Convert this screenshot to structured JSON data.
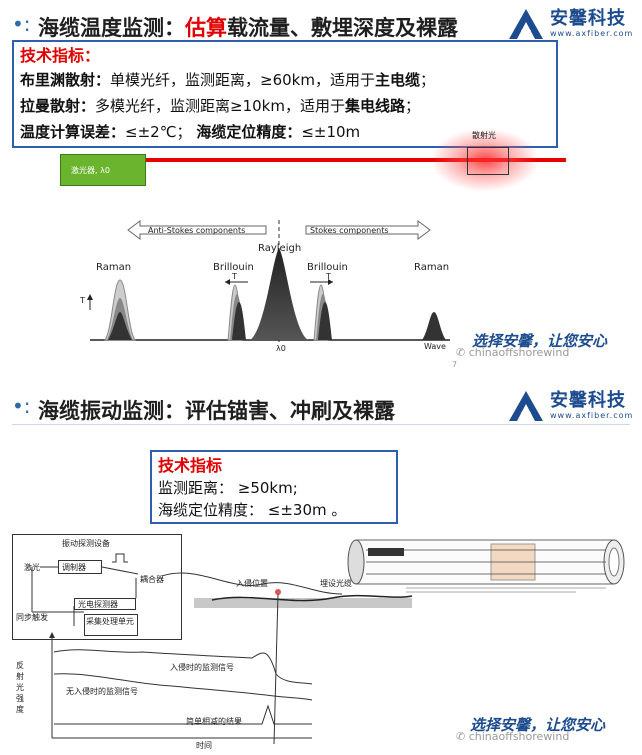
{
  "section1": {
    "title_pre": "海缆温度监测：",
    "title_red": "估算",
    "title_post": "载流量、敷埋深度及裸露",
    "spec_heading": "技术指标：",
    "spec_lines": [
      {
        "label": "布里渊散射：",
        "text": "单模光纤，监测距离，≥60km，适用于",
        "bold": "主电缆",
        "end": "；"
      },
      {
        "label": "拉曼散射：",
        "text": "多模光纤，监测距离≥10km，适用于",
        "bold": "集电线路",
        "end": "；"
      },
      {
        "label": "温度计算误差：",
        "text": "≤±2℃；  ",
        "bold": "海缆定位精度：",
        "end": "≤±10m"
      }
    ],
    "laser_label": "激光器, λ0",
    "scatter_label": "散射光",
    "spectrum": {
      "anti_stokes": "Anti-Stokes components",
      "stokes": "Stokes components",
      "rayleigh": "Rayleigh",
      "raman_left": "Raman",
      "raman_right": "Raman",
      "brillouin_left": "Brillouin",
      "brillouin_right": "Brillouin",
      "t_label": "T",
      "lambda0": "λ0",
      "wave": "Wave",
      "page_num": "7"
    }
  },
  "section2": {
    "title": "海缆振动监测：评估锚害、冲刷及裸露",
    "spec_heading": "技术指标",
    "spec_lines": [
      "监测距离：  ≥50km;",
      "海缆定位精度：  ≤±30m 。"
    ],
    "diagram": {
      "device_title": "振动探测设备",
      "laser": "激光",
      "modulator": "调制器",
      "coupler": "耦合器",
      "photodetector": "光电探测器",
      "acq_unit": "采集处理单元",
      "sync": "同步触发",
      "intrusion_pos": "入侵位置",
      "buried_fiber": "埋设光缆",
      "y_axis": "反射光强度",
      "signal_intrusion": "入侵时的监测信号",
      "signal_no_intrusion": "无入侵时的监测信号",
      "subtract_result": "简单相减的结果",
      "x_axis": "时间"
    }
  },
  "brand": {
    "cn": "安馨科技",
    "url": "www.axfiber.com",
    "slogan": "选择安馨，让您安心",
    "watermark": "chinaoffshorewind"
  }
}
